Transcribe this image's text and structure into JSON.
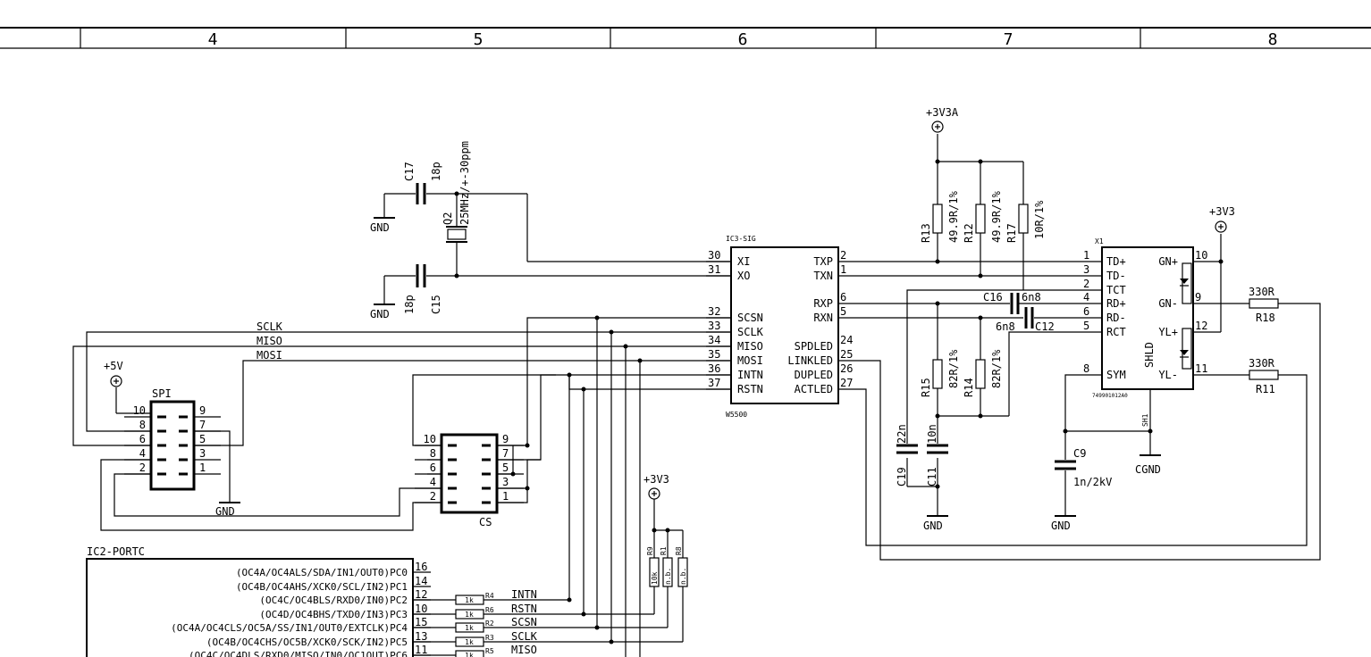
{
  "frame": {
    "columns": [
      "4",
      "5",
      "6",
      "7",
      "8"
    ]
  },
  "ic3": {
    "ref": "IC3-SIG",
    "part": "W5500",
    "left_pins": [
      {
        "num": "30",
        "name": "XI"
      },
      {
        "num": "31",
        "name": "XO"
      },
      {
        "num": "32",
        "name": "SCSN"
      },
      {
        "num": "33",
        "name": "SCLK"
      },
      {
        "num": "34",
        "name": "MISO"
      },
      {
        "num": "35",
        "name": "MOSI"
      },
      {
        "num": "36",
        "name": "INTN"
      },
      {
        "num": "37",
        "name": "RSTN"
      }
    ],
    "right_pins": [
      {
        "num": "2",
        "name": "TXP"
      },
      {
        "num": "1",
        "name": "TXN"
      },
      {
        "num": "6",
        "name": "RXP"
      },
      {
        "num": "5",
        "name": "RXN"
      },
      {
        "num": "24",
        "name": "SPDLED"
      },
      {
        "num": "25",
        "name": "LINKLED"
      },
      {
        "num": "26",
        "name": "DUPLED"
      },
      {
        "num": "27",
        "name": "ACTLED"
      }
    ]
  },
  "x1": {
    "ref": "X1",
    "part": "749901012A0",
    "left_pins": [
      {
        "num": "1",
        "name": "TD+"
      },
      {
        "num": "3",
        "name": "TD-"
      },
      {
        "num": "2",
        "name": "TCT"
      },
      {
        "num": "4",
        "name": "RD+"
      },
      {
        "num": "6",
        "name": "RD-"
      },
      {
        "num": "5",
        "name": "RCT"
      },
      {
        "num": "8",
        "name": "SYM"
      }
    ],
    "right_pins": [
      {
        "num": "10",
        "name": "GN+"
      },
      {
        "num": "9",
        "name": "GN-"
      },
      {
        "num": "12",
        "name": "YL+"
      },
      {
        "num": "11",
        "name": "YL-"
      }
    ],
    "shld": "SHLD",
    "sh": "SH1"
  },
  "spi_header": {
    "ref": "SPI",
    "left": [
      "10",
      "8",
      "6",
      "4",
      "2"
    ],
    "right": [
      "9",
      "7",
      "5",
      "3",
      "1"
    ]
  },
  "cs_header": {
    "ref": "CS",
    "left": [
      "10",
      "8",
      "6",
      "4",
      "2"
    ],
    "right": [
      "9",
      "7",
      "5",
      "3",
      "1"
    ]
  },
  "ic2": {
    "ref": "IC2-PORTC",
    "pins": [
      {
        "label": "(OC4A/OC4ALS/SDA/IN1/OUT0)PC0",
        "num": "16"
      },
      {
        "label": "(OC4B/OC4AHS/XCK0/SCL/IN2)PC1",
        "num": "14"
      },
      {
        "label": "(OC4C/OC4BLS/RXD0/IN0)PC2",
        "num": "12"
      },
      {
        "label": "(OC4D/OC4BHS/TXD0/IN3)PC3",
        "num": "10"
      },
      {
        "label": "(OC4A/OC4CLS/OC5A/SS/IN1/OUT0/EXTCLK)PC4",
        "num": "15"
      },
      {
        "label": "(OC4B/OC4CHS/OC5B/XCK0/SCK/IN2)PC5",
        "num": "13"
      },
      {
        "label": "(OC4C/OC4DLS/RXD0/MISO/IN0/OC1OUT)PC6",
        "num": "11"
      }
    ]
  },
  "series_resistors": [
    {
      "ref": "R4",
      "value": "1k",
      "net": "INTN"
    },
    {
      "ref": "R6",
      "value": "1k",
      "net": "RSTN"
    },
    {
      "ref": "R2",
      "value": "1k",
      "net": "SCSN"
    },
    {
      "ref": "R3",
      "value": "1k",
      "net": "SCLK"
    },
    {
      "ref": "R5",
      "value": "1k",
      "net": "MISO"
    }
  ],
  "pullups": [
    {
      "ref": "R9",
      "value": "10k"
    },
    {
      "ref": "R1",
      "value": "n.b."
    },
    {
      "ref": "R8",
      "value": "n.b."
    }
  ],
  "crystal": {
    "ref": "Q2",
    "value": "25MHz/+-30ppm"
  },
  "caps": {
    "c17": {
      "ref": "C17",
      "value": "18p"
    },
    "c15": {
      "ref": "C15",
      "value": "18p"
    },
    "c16": {
      "ref": "C16",
      "value": "6n8"
    },
    "c12": {
      "ref": "C12",
      "value": "6n8"
    },
    "c19": {
      "ref": "C19",
      "value": "22n"
    },
    "c11": {
      "ref": "C11",
      "value": "10n"
    },
    "c9": {
      "ref": "C9",
      "value": "1n/2kV"
    }
  },
  "resistors": {
    "r13": {
      "ref": "R13",
      "value": "49.9R/1%"
    },
    "r12": {
      "ref": "R12",
      "value": "49.9R/1%"
    },
    "r17": {
      "ref": "R17",
      "value": "10R/1%"
    },
    "r15": {
      "ref": "R15",
      "value": "82R/1%"
    },
    "r14": {
      "ref": "R14",
      "value": "82R/1%"
    },
    "r18": {
      "ref": "R18",
      "value": "330R"
    },
    "r11": {
      "ref": "R11",
      "value": "330R"
    }
  },
  "power": {
    "p5v": "+5V",
    "p3v3a": "+3V3A",
    "p3v3": "+3V3",
    "p3v3_2": "+3V3",
    "gnd": "GND",
    "cgnd": "CGND"
  },
  "nets": {
    "sclk": "SCLK",
    "miso": "MISO",
    "mosi": "MOSI"
  }
}
